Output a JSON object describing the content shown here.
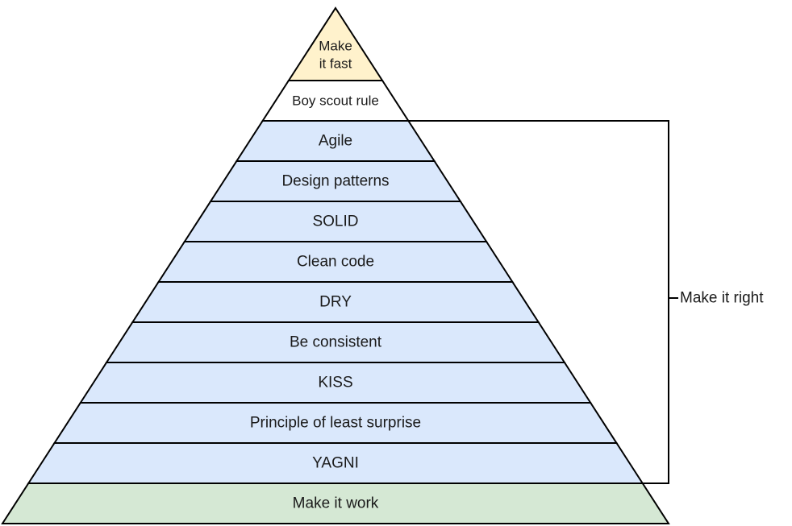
{
  "pyramid": {
    "levels": [
      {
        "label_lines": [
          "Make",
          "it fast"
        ],
        "fill": "#fff2cc"
      },
      {
        "label_lines": [
          "Boy scout rule"
        ],
        "fill": "#ffffff"
      },
      {
        "label_lines": [
          "Agile"
        ],
        "fill": "#dae8fc"
      },
      {
        "label_lines": [
          "Design patterns"
        ],
        "fill": "#dae8fc"
      },
      {
        "label_lines": [
          "SOLID"
        ],
        "fill": "#dae8fc"
      },
      {
        "label_lines": [
          "Clean code"
        ],
        "fill": "#dae8fc"
      },
      {
        "label_lines": [
          "DRY"
        ],
        "fill": "#dae8fc"
      },
      {
        "label_lines": [
          "Be consistent"
        ],
        "fill": "#dae8fc"
      },
      {
        "label_lines": [
          "KISS"
        ],
        "fill": "#dae8fc"
      },
      {
        "label_lines": [
          "Principle of least surprise"
        ],
        "fill": "#dae8fc"
      },
      {
        "label_lines": [
          "YAGNI"
        ],
        "fill": "#dae8fc"
      },
      {
        "label_lines": [
          "Make it work"
        ],
        "fill": "#d5e8d4"
      }
    ],
    "stroke": "#000000"
  },
  "bracket": {
    "label": "Make it right"
  }
}
